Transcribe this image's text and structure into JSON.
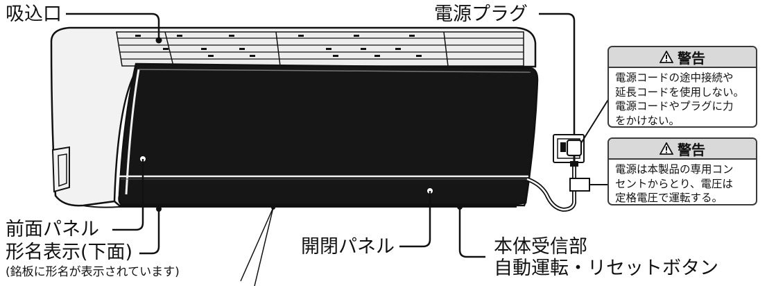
{
  "labels": {
    "intake": "吸込口",
    "power_plug": "電源プラグ",
    "front_panel": "前面パネル",
    "model_name": "形名表示(下面)",
    "model_name_note": "(銘板に形名が表示されています)",
    "open_close_panel": "開閉パネル",
    "receiver": "本体受信部",
    "auto_reset_button": "自動運転・リセットボタン"
  },
  "warnings": [
    {
      "title": "警告",
      "icon": "warning-triangle-icon",
      "lines": [
        "電源コードの途中接続や",
        "延長コードを使用しない。",
        "電源コードやプラグに力",
        "をかけない。"
      ]
    },
    {
      "title": "警告",
      "icon": "warning-triangle-icon",
      "lines": [
        "電源は本製品の専用コン",
        "セントからとり、電圧は",
        "定格電圧で運転する。"
      ]
    }
  ],
  "colors": {
    "unit_body": "#f2f2f2",
    "panel_dark": "#161616",
    "outline": "#111111",
    "warning_header": "#d9d9d9"
  }
}
